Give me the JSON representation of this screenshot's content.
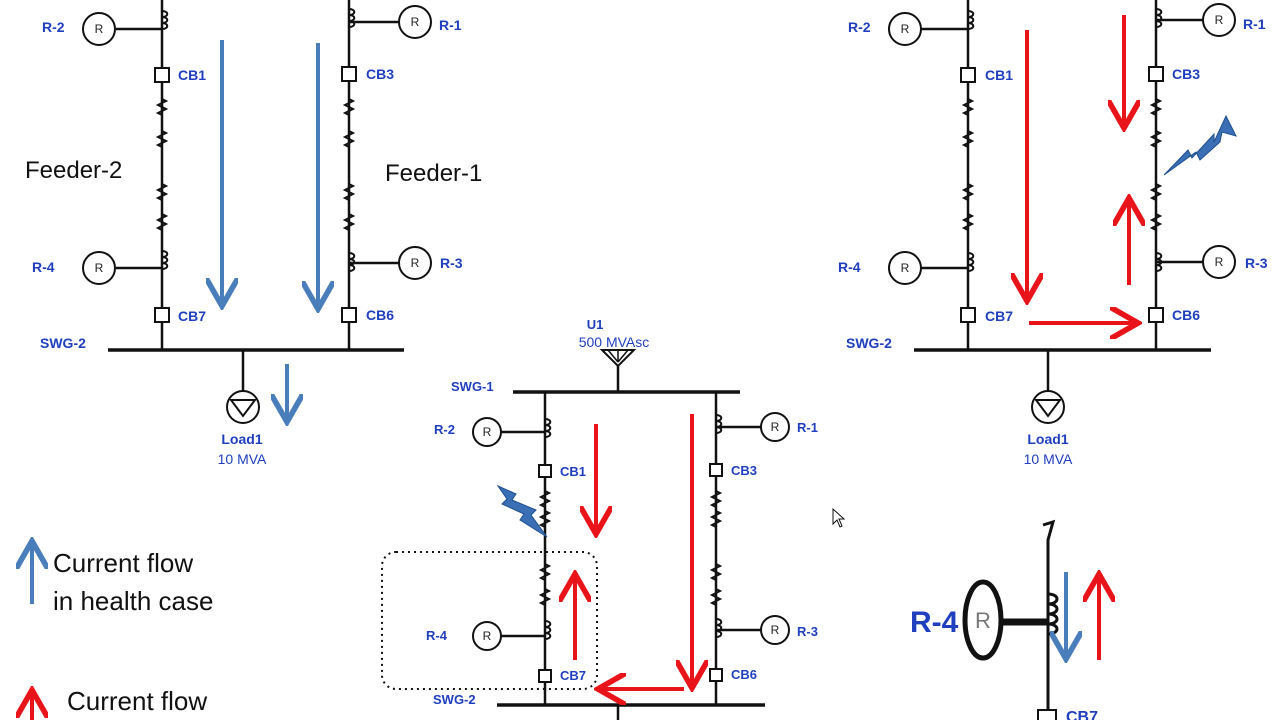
{
  "colors": {
    "healthy_flow": "#4a7ebb",
    "fault_flow": "#e8141a",
    "label": "#1f3fbf"
  },
  "left_diagram": {
    "feeder_2": "Feeder-2",
    "feeder_1": "Feeder-1",
    "relays": {
      "r2": "R-2",
      "r1": "R-1",
      "r4": "R-4",
      "r3": "R-3"
    },
    "breakers": {
      "cb1": "CB1",
      "cb3": "CB3",
      "cb7": "CB7",
      "cb6": "CB6"
    },
    "bus": "SWG-2",
    "load_name": "Load1",
    "load_rating": "10 MVA"
  },
  "center_diagram": {
    "source_name": "U1",
    "source_rating": "500 MVAsc",
    "bus_top": "SWG-1",
    "bus_bottom": "SWG-2",
    "relays": {
      "r2": "R-2",
      "r1": "R-1",
      "r4": "R-4",
      "r3": "R-3"
    },
    "breakers": {
      "cb1": "CB1",
      "cb3": "CB3",
      "cb7": "CB7",
      "cb6": "CB6"
    }
  },
  "right_diagram": {
    "relays": {
      "r2": "R-2",
      "r1": "R-1",
      "r4": "R-4",
      "r3": "R-3"
    },
    "breakers": {
      "cb1": "CB1",
      "cb3": "CB3",
      "cb7": "CB7",
      "cb6": "CB6"
    },
    "bus": "SWG-2",
    "load_name": "Load1",
    "load_rating": "10 MVA"
  },
  "zoom_inset": {
    "relay": "R-4",
    "relay_symbol": "R",
    "breaker_partial": "CB7"
  },
  "relay_symbol": "R",
  "legend": {
    "healthy_line1": "Current flow",
    "healthy_line2": "in health case",
    "fault_line1": "Current flow"
  }
}
